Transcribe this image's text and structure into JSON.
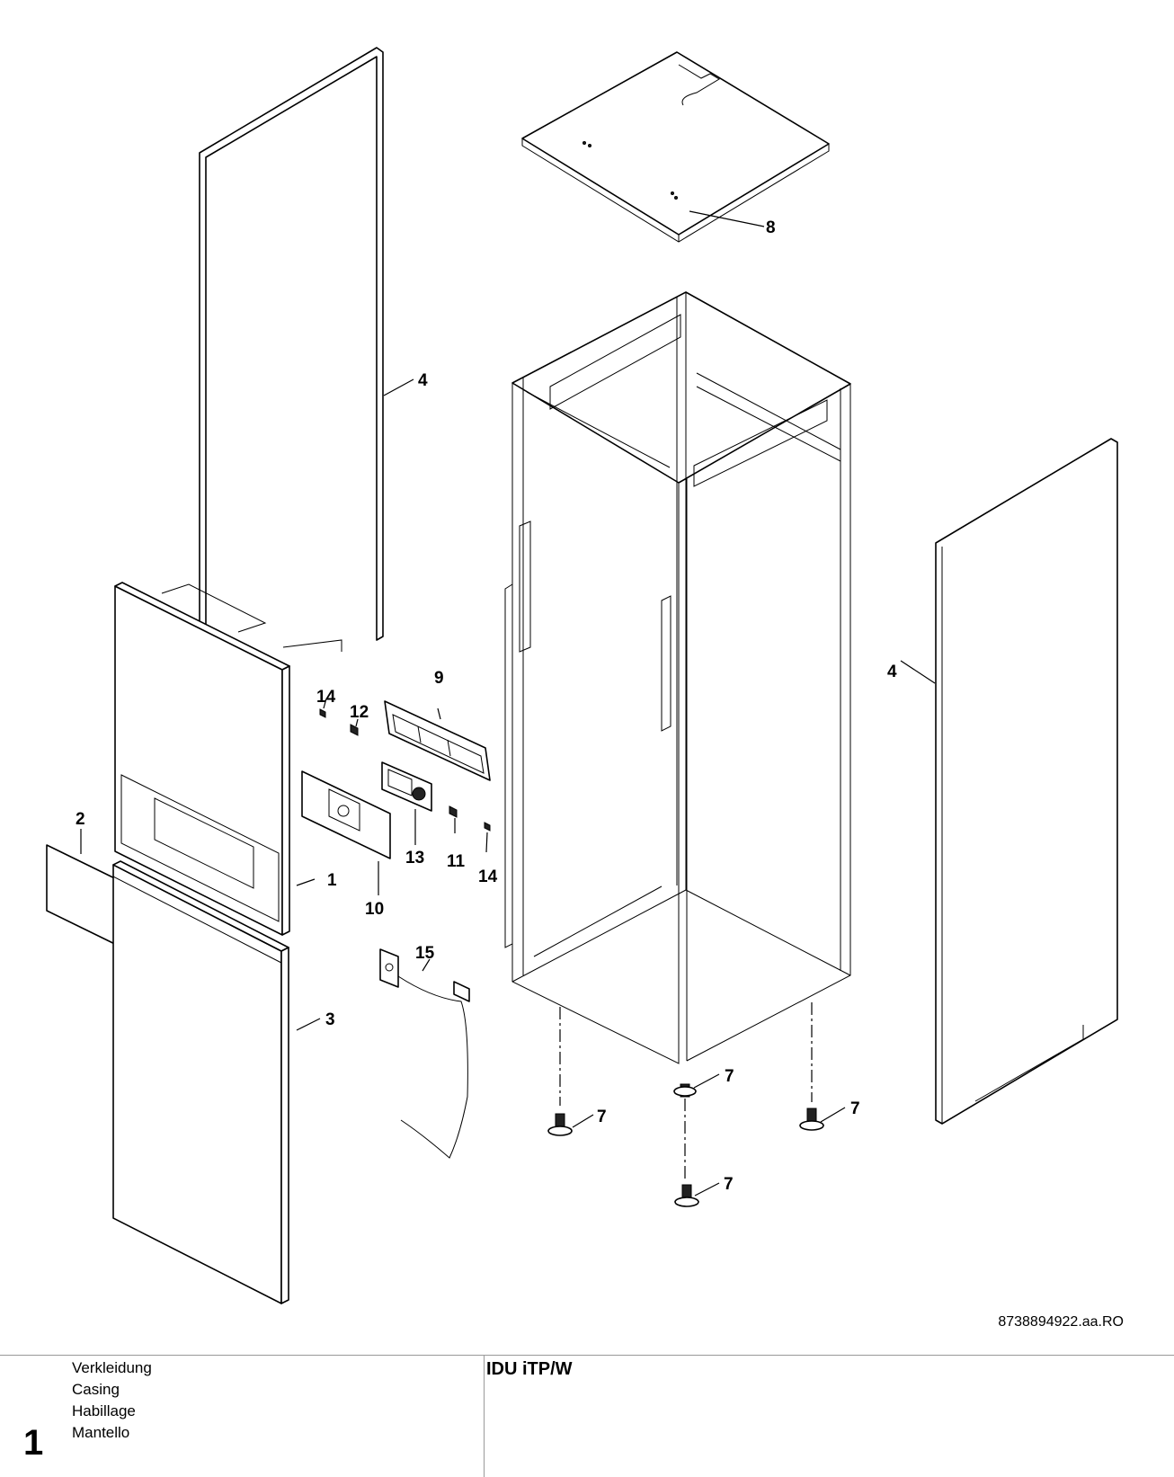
{
  "drawing": {
    "document_number": "8738894922.aa.RO",
    "callouts": [
      {
        "key": "c1",
        "text": "1"
      },
      {
        "key": "c2",
        "text": "2"
      },
      {
        "key": "c3",
        "text": "3"
      },
      {
        "key": "c4a",
        "text": "4"
      },
      {
        "key": "c4b",
        "text": "4"
      },
      {
        "key": "c7a",
        "text": "7"
      },
      {
        "key": "c7b",
        "text": "7"
      },
      {
        "key": "c7c",
        "text": "7"
      },
      {
        "key": "c7d",
        "text": "7"
      },
      {
        "key": "c8",
        "text": "8"
      },
      {
        "key": "c9",
        "text": "9"
      },
      {
        "key": "c10",
        "text": "10"
      },
      {
        "key": "c11",
        "text": "11"
      },
      {
        "key": "c12",
        "text": "12"
      },
      {
        "key": "c13",
        "text": "13"
      },
      {
        "key": "c14a",
        "text": "14"
      },
      {
        "key": "c14b",
        "text": "14"
      },
      {
        "key": "c15",
        "text": "15"
      }
    ]
  },
  "footer": {
    "sheet_number": "1",
    "titles": [
      "Verkleidung",
      "Casing",
      "Habillage",
      "Mantello"
    ],
    "model": "IDU iTP/W"
  }
}
